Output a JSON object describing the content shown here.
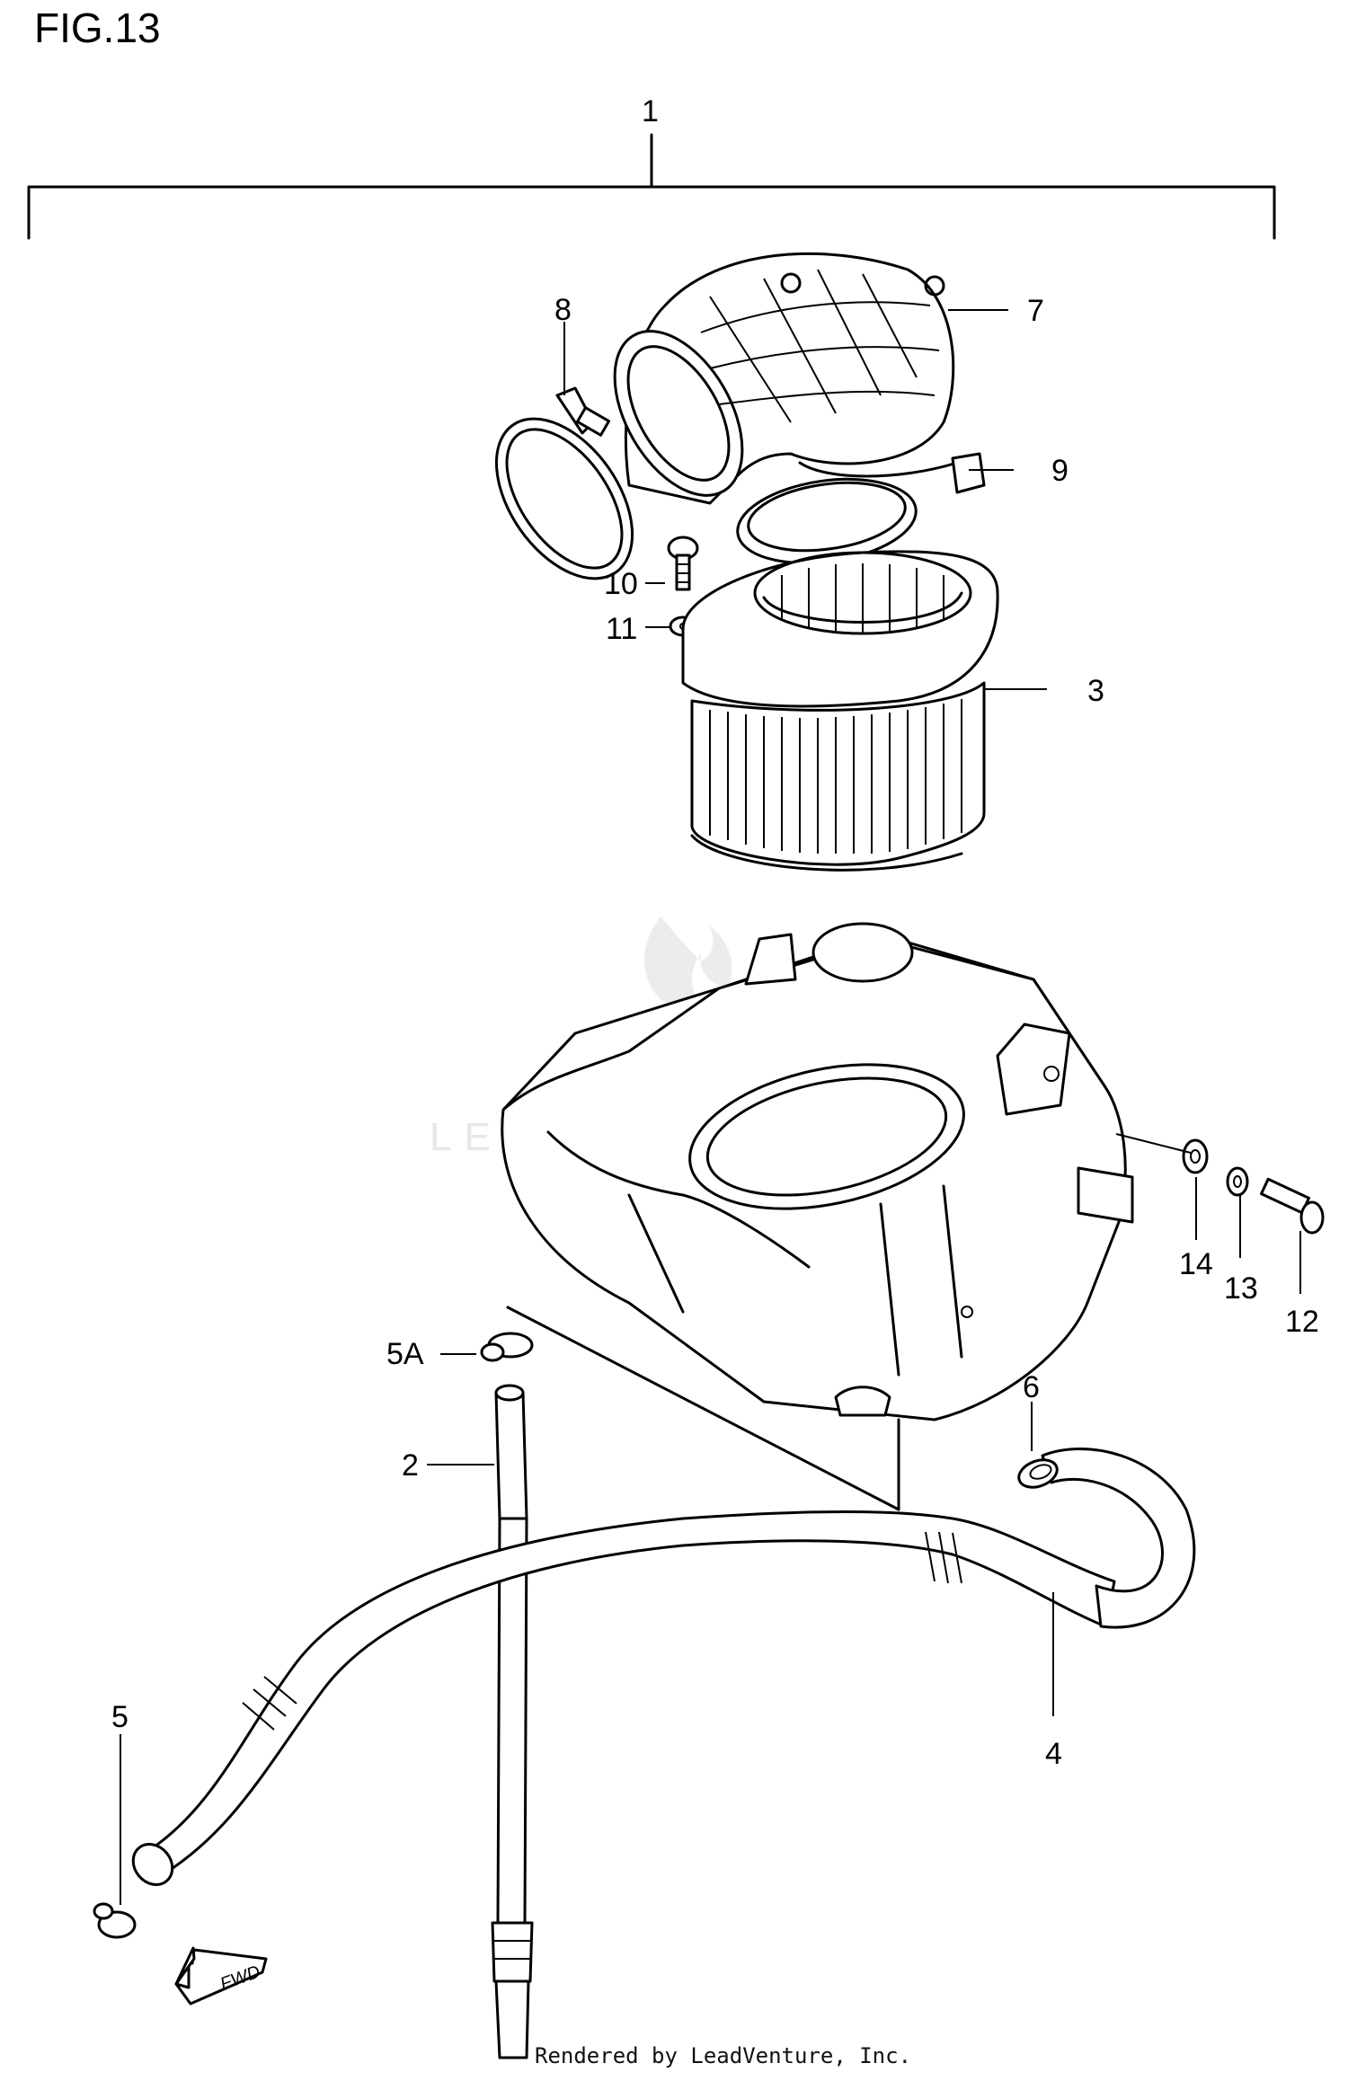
{
  "figure": {
    "title": "FIG.13"
  },
  "callouts": {
    "c1": "1",
    "c2": "2",
    "c3": "3",
    "c4": "4",
    "c5": "5",
    "c5a": "5A",
    "c6": "6",
    "c7": "7",
    "c8": "8",
    "c9": "9",
    "c10": "10",
    "c11": "11",
    "c12": "12",
    "c13": "13",
    "c14": "14"
  },
  "fwd_label": "FWD",
  "watermark": "LEADVENTURE",
  "footer": "Rendered by LeadVenture, Inc."
}
